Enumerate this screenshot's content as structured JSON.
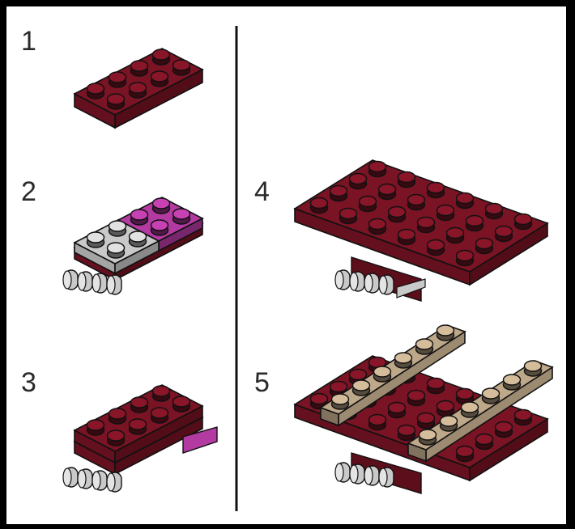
{
  "colors": {
    "frame": "#000000",
    "background": "#ffffff",
    "dark_red": "#7a1324",
    "magenta": "#b23aa0",
    "light_gray": "#c9c9c9",
    "tan": "#bea88a",
    "outline": "#111111"
  },
  "steps": [
    {
      "label": "1"
    },
    {
      "label": "2"
    },
    {
      "label": "3"
    },
    {
      "label": "4"
    },
    {
      "label": "5"
    }
  ]
}
